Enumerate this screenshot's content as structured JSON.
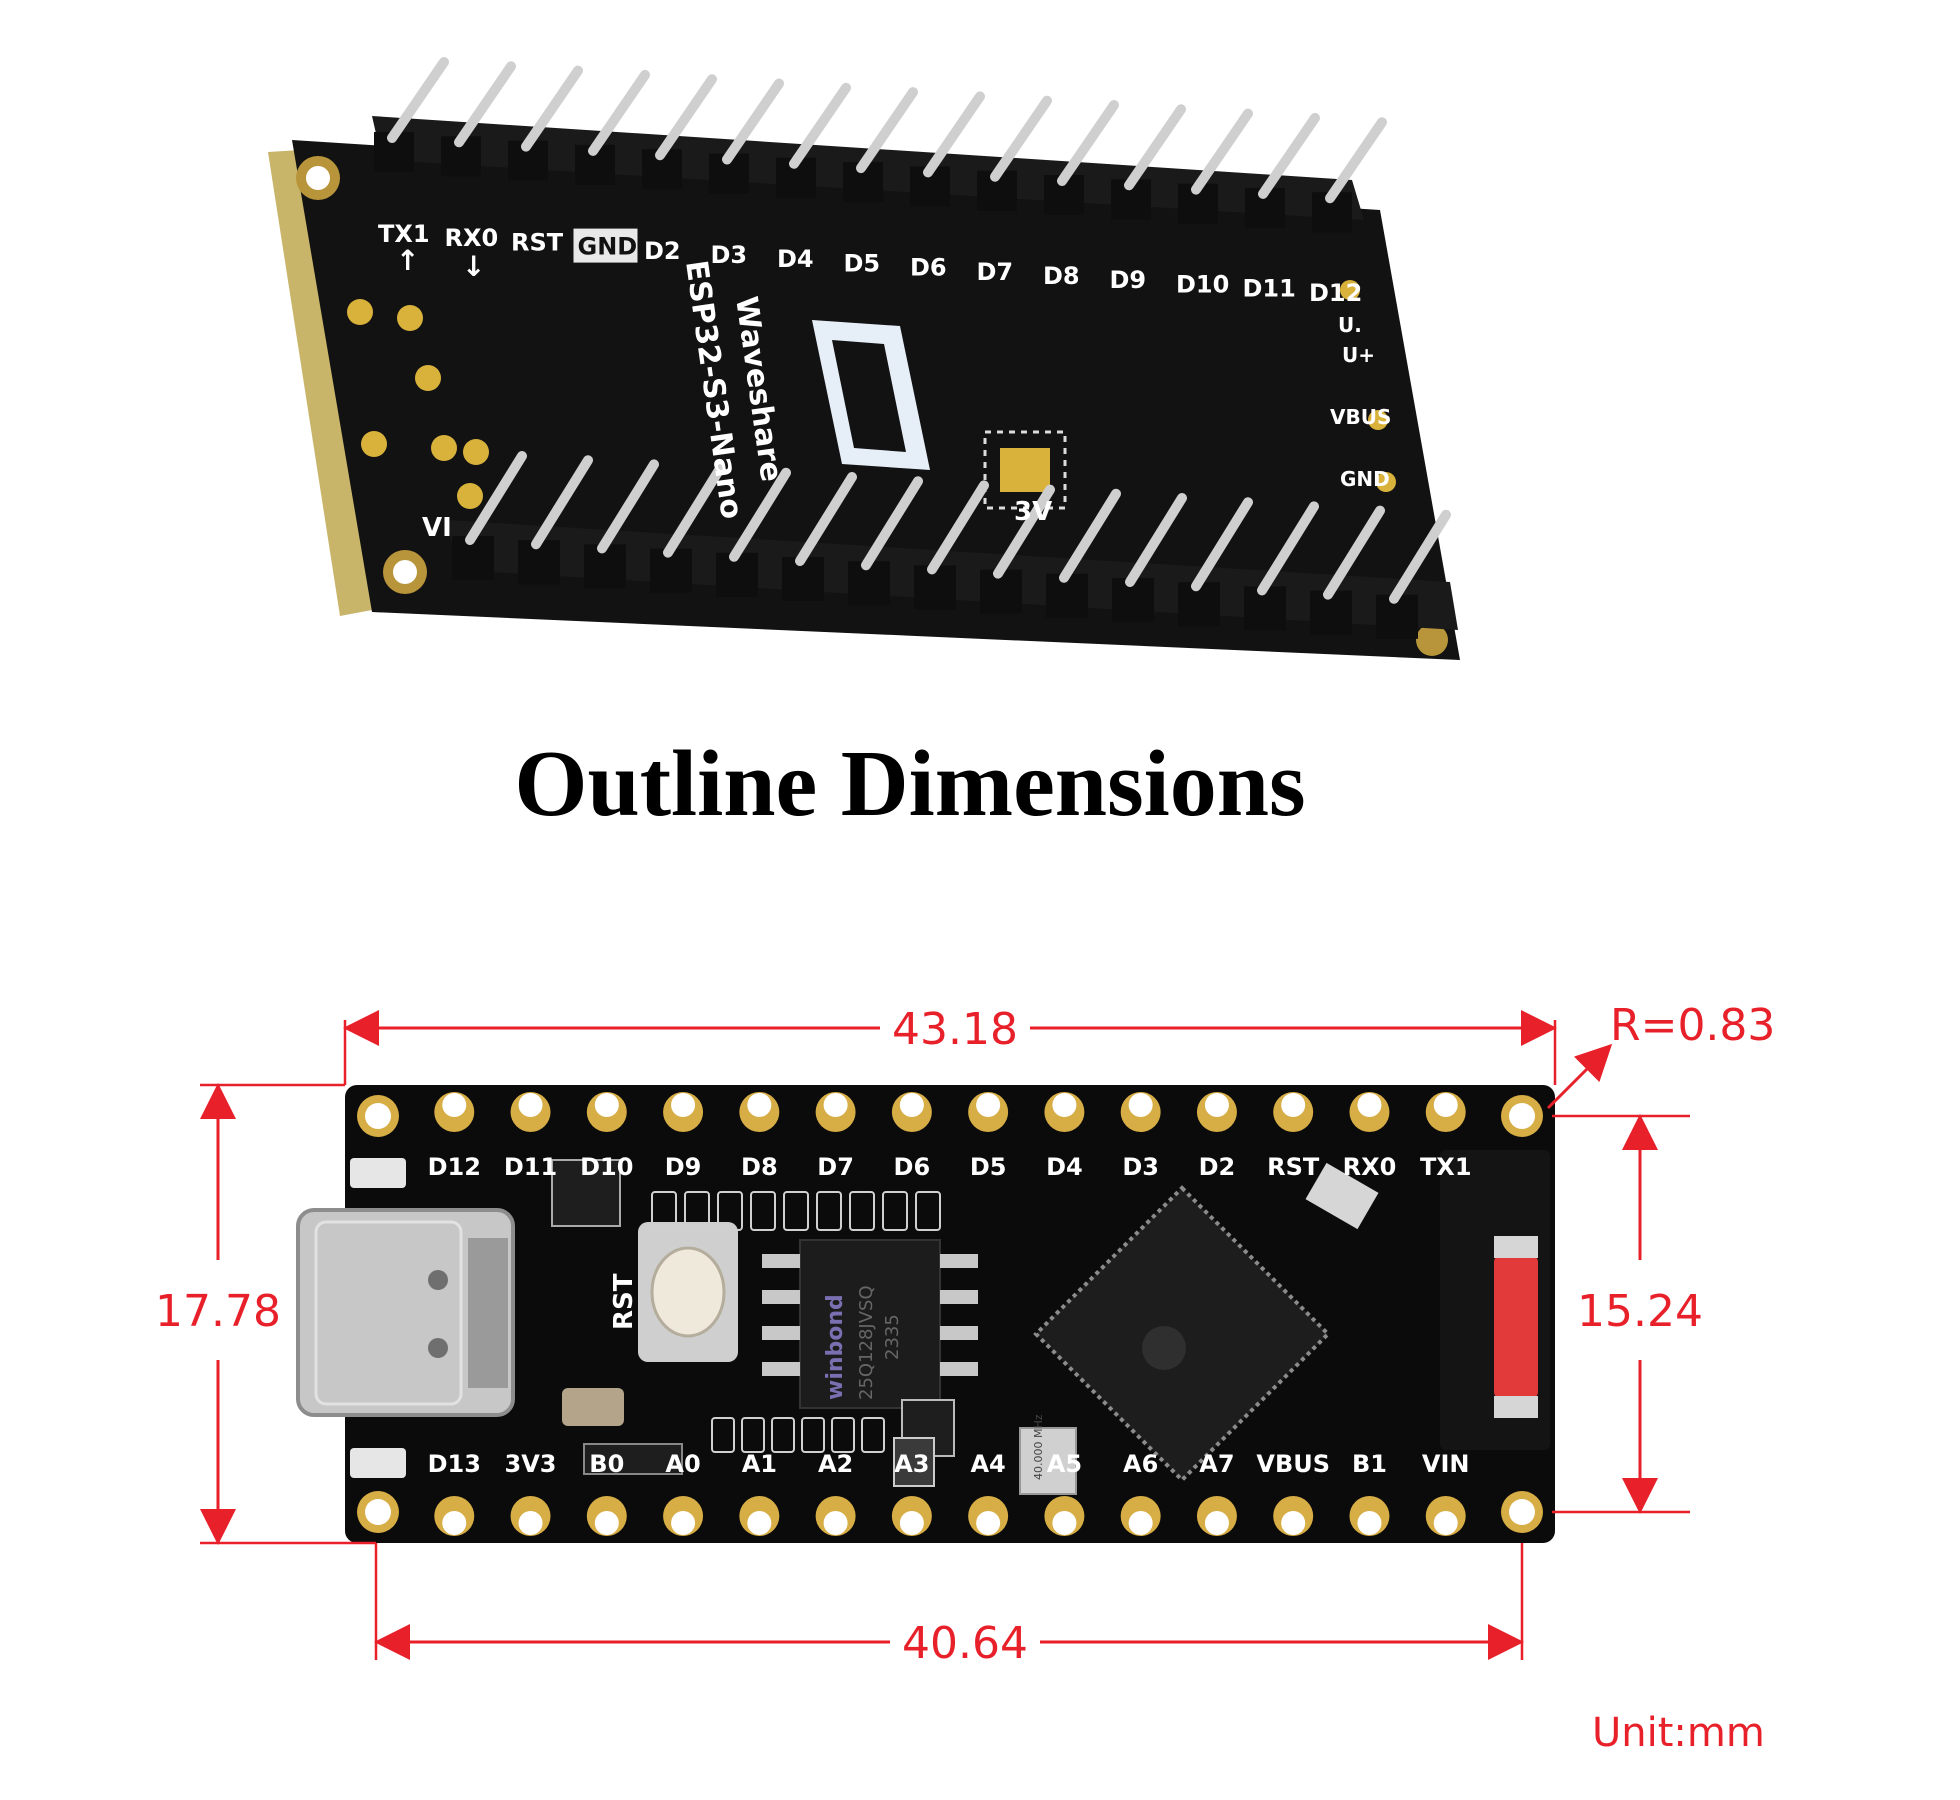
{
  "board_name": "Waveshare",
  "board_model": "ESP32-S3-Nano",
  "title": "Outline Dimensions",
  "photo_labels": {
    "top_row": [
      "TX1",
      "RX0",
      "RST",
      "GND",
      "D2",
      "D3",
      "D4",
      "D5",
      "D6",
      "D7",
      "D8",
      "D9",
      "D10",
      "D11",
      "D12"
    ],
    "tx_arrow": "↑",
    "rx_arrow": "↓",
    "right_side": [
      "U.",
      "U+",
      "VBUS",
      "GND"
    ],
    "bottom_visible": [
      "VI",
      "3V"
    ]
  },
  "pcb_labels": {
    "top_row": [
      "D12",
      "D11",
      "D10",
      "D9",
      "D8",
      "D7",
      "D6",
      "D5",
      "D4",
      "D3",
      "D2",
      "RST",
      "RX0",
      "TX1"
    ],
    "bottom_row": [
      "D13",
      "3V3",
      "B0",
      "A0",
      "A1",
      "A2",
      "A3",
      "A4",
      "A5",
      "A6",
      "A7",
      "VBUS",
      "B1",
      "VIN"
    ],
    "button_label": "RST",
    "flash_brand": "winbond",
    "flash_part": "25Q128JVSQ",
    "flash_code": "2335",
    "crystal": "40.000 MHz"
  },
  "dimensions": {
    "top_width": "43.18",
    "bottom_width": "40.64",
    "left_height": "17.78",
    "right_height": "15.24",
    "radius": "R=0.83",
    "unit": "Unit:mm"
  },
  "colors": {
    "dimension": "#e8202a",
    "pcb": "#0b0b0b",
    "gold": "#c9a13a"
  }
}
